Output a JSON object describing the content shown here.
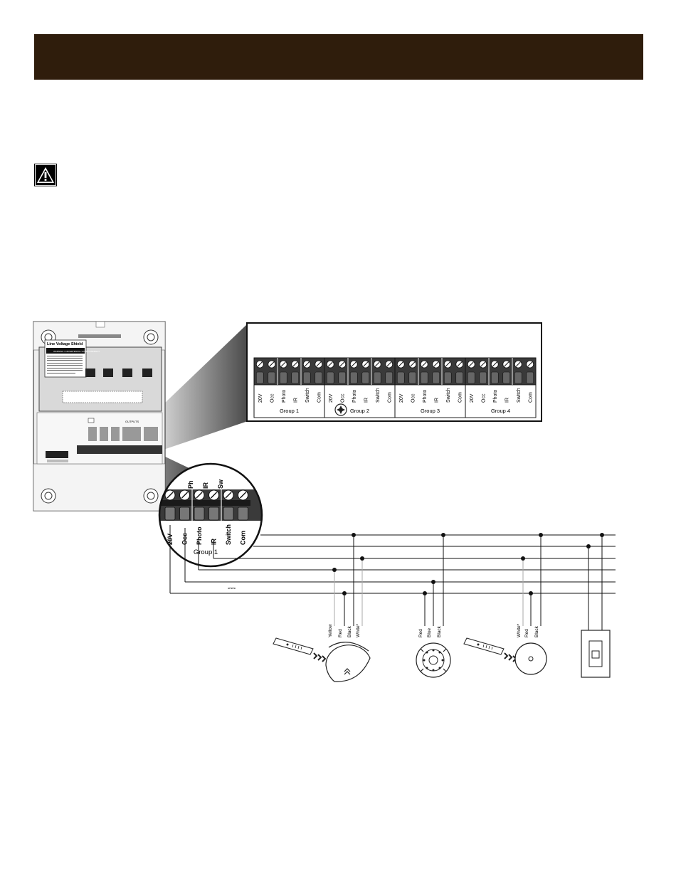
{
  "header": {
    "title": ""
  },
  "warning": {
    "icon": "warning-triangle-icon"
  },
  "panel": {
    "shield_label": "Line Voltage Shield",
    "warning_label": "WARNING / ADVERTENCIA / AVERTISSEMENT",
    "outputs_label": "OUTPUTS"
  },
  "terminal_zoom": {
    "terminal_labels": [
      "20V",
      "Occ",
      "Photo",
      "IR",
      "Switch",
      "Com"
    ],
    "groups": [
      "Group 1",
      "Group 2",
      "Group 3",
      "Group 4"
    ]
  },
  "circle_zoom": {
    "top_labels": [
      "Ph",
      "IR",
      "Sw"
    ],
    "terminal_labels": [
      "20V",
      "Occ",
      "Photo",
      "IR",
      "Switch",
      "Com"
    ],
    "group": "Group 1"
  },
  "dc_symbol": "⎓",
  "devices": {
    "occ_sensor": {
      "wires": [
        "Yellow",
        "Red",
        "Black",
        "White*"
      ],
      "icon": "occupancy-sensor-icon"
    },
    "photo_sensor": {
      "wires": [
        "Red",
        "Blue",
        "Black"
      ],
      "icon": "photo-sensor-icon"
    },
    "ir_receiver": {
      "wires": [
        "White*",
        "Red",
        "Black"
      ],
      "icon": "ir-receiver-icon"
    },
    "wall_switch": {
      "icon": "wall-switch-icon"
    }
  },
  "colors": {
    "header": "#2f1d0c",
    "terminal": "#333333",
    "panel_gray": "#e8e8e8"
  }
}
